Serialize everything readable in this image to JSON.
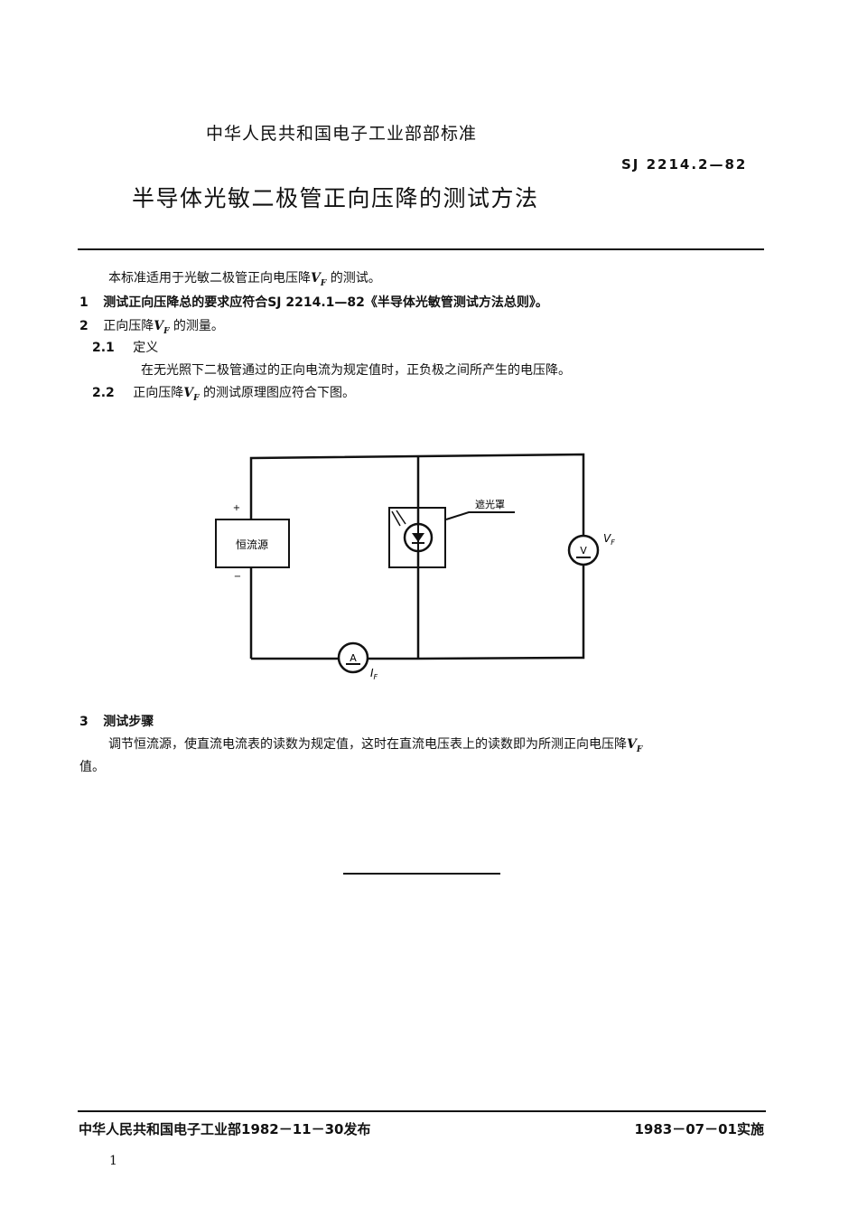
{
  "header": {
    "organization": "中华人民共和国电子工业部部标准",
    "standard_code": "SJ 2214.2—82",
    "title": "半导体光敏二极管正向压降的测试方法"
  },
  "body": {
    "intro_pre": "本标准适用于光敏二极管正向电压降",
    "intro_post": "的测试。",
    "sections": [
      {
        "num": "1",
        "text_pre": "测试正向压降总的要求应符合",
        "ref_code": "SJ 2214.1—82",
        "text_post": "《半导体光敏管测试方法总则》。"
      },
      {
        "num": "2",
        "text_pre": "正向压降",
        "text_post": "的测量。"
      },
      {
        "num": "2.1",
        "heading": "定义",
        "text": "在无光照下二极管通过的正向电流为规定值时，正负极之间所产生的电压降。"
      },
      {
        "num": "2.2",
        "text_pre": "正向压降",
        "text_post": "的测试原理图应符合下图。"
      },
      {
        "num": "3",
        "heading": "测试步骤",
        "text_pre": "调节恒流源，使直流电流表的读数为规定值，这时在直流电压表上的读数即为所测正向电压降",
        "text_post": "值。"
      }
    ],
    "symbol_v": "V",
    "symbol_sub_f": "F"
  },
  "diagram": {
    "source_label": "恒流源",
    "plus": "+",
    "minus": "−",
    "shield_label": "遮光罩",
    "voltmeter": "V",
    "ammeter": "A",
    "vf_label": "V",
    "if_label": "I",
    "sub": "F"
  },
  "footer": {
    "issued": "中华人民共和国电子工业部1982－11－30发布",
    "effective": "1983－07－01实施",
    "page_number": "1"
  }
}
